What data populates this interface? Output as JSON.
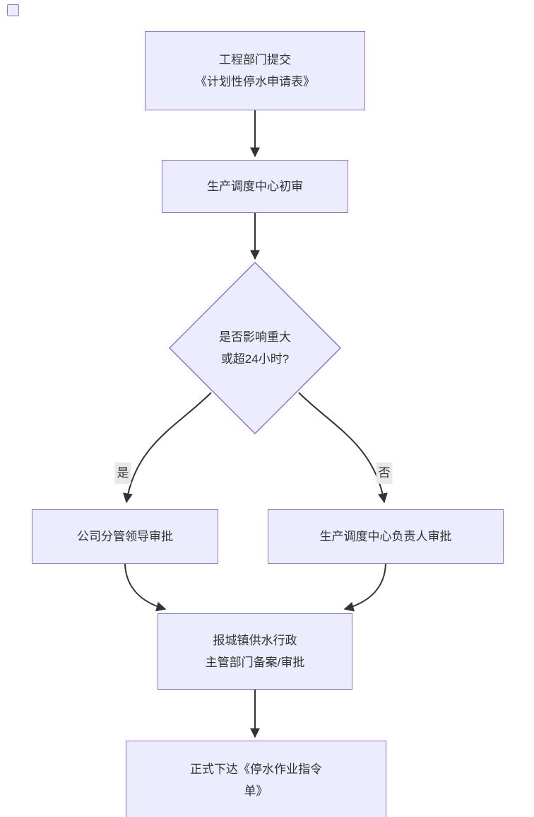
{
  "diagram": {
    "title": "planned-water-outage-approval-flowchart",
    "colors": {
      "node_fill": "#ECECFF",
      "node_border": "#9370DB",
      "edge_color": "#333333",
      "text_color": "#333333",
      "edge_label_bg": "#e8e8e8",
      "background": "#ffffff"
    },
    "nodes": {
      "submit": {
        "lines": [
          "工程部门提交",
          "《计划性停水申请表》"
        ]
      },
      "initial_review": {
        "label": "生产调度中心初审"
      },
      "decision": {
        "lines": [
          "是否影响重大",
          "或超24小时?"
        ]
      },
      "leader_approval": {
        "label": "公司分管领导审批"
      },
      "center_head_approval": {
        "label": "生产调度中心负责人审批"
      },
      "report_authority": {
        "lines": [
          "报城镇供水行政",
          "主管部门备案/审批"
        ]
      },
      "issue_order": {
        "lines": [
          "正式下达《停水作业指令",
          "单》"
        ]
      }
    },
    "edge_labels": {
      "yes": "是",
      "no": "否"
    }
  }
}
